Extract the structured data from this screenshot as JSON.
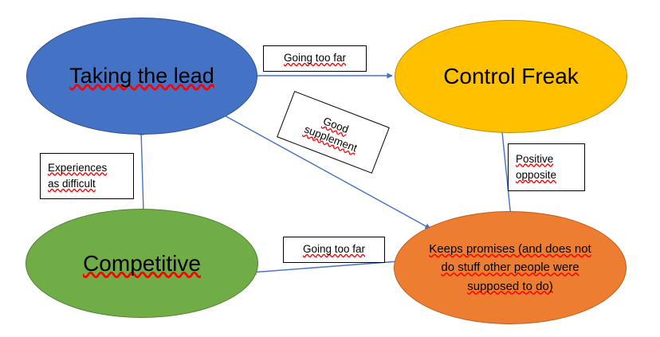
{
  "diagram": {
    "title": "Taking the lead / Control Freak / Competitive behaviour map",
    "background_color": "#FFFFFF",
    "nodes": [
      {
        "id": "taking-the-lead",
        "label": "Taking the lead",
        "shape": "ellipse",
        "fill": "#4472C4",
        "stroke": "#2E528F",
        "text_color": "#000000",
        "spellcheck_underline": true
      },
      {
        "id": "control-freak",
        "label": "Control Freak",
        "shape": "ellipse",
        "fill": "#FFC000",
        "stroke": "#BF8F00",
        "text_color": "#000000",
        "spellcheck_underline": false
      },
      {
        "id": "competitive",
        "label": "Competitive",
        "shape": "ellipse",
        "fill": "#70AD47",
        "stroke": "#507E32",
        "text_color": "#000000",
        "spellcheck_underline": true
      },
      {
        "id": "keeps-promises",
        "label": "Keeps promises (and does not\ndo stuff other people were\nsupposed to do)",
        "shape": "ellipse",
        "fill": "#ED7D31",
        "stroke": "#C05E1C",
        "text_color": "#000000",
        "spellcheck_underline": true
      }
    ],
    "edge_labels": [
      {
        "id": "going-too-far-top",
        "text": "Going too far",
        "border_color": "#000000",
        "fill": "#FFFFFF",
        "rotation_deg": 0
      },
      {
        "id": "good-supplement",
        "text": "Good\nsupplement",
        "border_color": "#000000",
        "fill": "#FFFFFF",
        "rotation_deg": 21
      },
      {
        "id": "positive-opposite",
        "text": "Positive\nopposite",
        "border_color": "#000000",
        "fill": "#FFFFFF",
        "rotation_deg": 0
      },
      {
        "id": "experiences-as-difficult",
        "text": "Experiences\nas difficult",
        "border_color": "#000000",
        "fill": "#FFFFFF",
        "rotation_deg": 0
      },
      {
        "id": "going-too-far-bottom",
        "text": "Going too far",
        "border_color": "#000000",
        "fill": "#FFFFFF",
        "rotation_deg": 0
      }
    ],
    "edges": [
      {
        "id": "taking-the-lead-to-control-freak",
        "from": "taking-the-lead",
        "to": "control-freak",
        "label": "Going too far",
        "color": "#4472C4",
        "arrowhead": "end"
      },
      {
        "id": "taking-the-lead-to-keeps-promises",
        "from": "taking-the-lead",
        "to": "keeps-promises",
        "label": "Good supplement",
        "color": "#4472C4",
        "arrowhead": "end"
      },
      {
        "id": "control-freak-to-keeps-promises",
        "from": "control-freak",
        "to": "keeps-promises",
        "label": "Positive opposite",
        "color": "#4472C4",
        "arrowhead": "end"
      },
      {
        "id": "keeps-promises-to-competitive",
        "from": "keeps-promises",
        "to": "competitive",
        "label": "Going too far",
        "color": "#4472C4",
        "arrowhead": "end"
      },
      {
        "id": "competitive-to-taking-the-lead",
        "from": "competitive",
        "to": "taking-the-lead",
        "label": "Experiences as difficult",
        "color": "#4472C4",
        "arrowhead": "end"
      }
    ]
  }
}
